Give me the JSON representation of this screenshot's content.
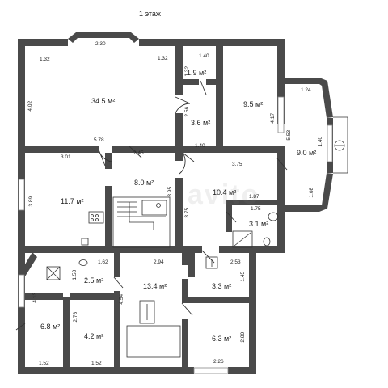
{
  "title": "1 этаж",
  "watermark": "avito",
  "rooms": [
    {
      "id": "living",
      "area": "34.5 м²"
    },
    {
      "id": "wc1",
      "area": "1.9 м²"
    },
    {
      "id": "hall-small",
      "area": "3.6 м²"
    },
    {
      "id": "room-9-5",
      "area": "9.5 м²"
    },
    {
      "id": "bay-room",
      "area": "9.0 м²"
    },
    {
      "id": "room-11-7",
      "area": "11.7 м²"
    },
    {
      "id": "stairs",
      "area": "8.0 м²"
    },
    {
      "id": "corridor",
      "area": "10.4 м²"
    },
    {
      "id": "bath",
      "area": "3.1 м²"
    },
    {
      "id": "room-6-8",
      "area": "6.8 м²"
    },
    {
      "id": "room-2-5",
      "area": "2.5 м²"
    },
    {
      "id": "room-13-4",
      "area": "13.4 м²"
    },
    {
      "id": "room-3-3",
      "area": "3.3 м²"
    },
    {
      "id": "room-4-2",
      "area": "4.2 м²"
    },
    {
      "id": "room-6-3",
      "area": "6.3 м²"
    }
  ],
  "dimensions": [
    "2.30",
    "1.32",
    "1.32",
    "4.02",
    "5.78",
    "1.40",
    "1.32",
    "2.56",
    "1.40",
    "4.17",
    "1.24",
    "5.53",
    "1.40",
    "1.08",
    "3.01",
    "2.45",
    "3.89",
    "3.95",
    "3.75",
    "3.75",
    "1.87",
    "1.75",
    "1.62",
    "1.53",
    "2.94",
    "2.53",
    "1.45",
    "4.13",
    "2.76",
    "4.54",
    "2.80",
    "1.52",
    "1.52",
    "2.26"
  ]
}
